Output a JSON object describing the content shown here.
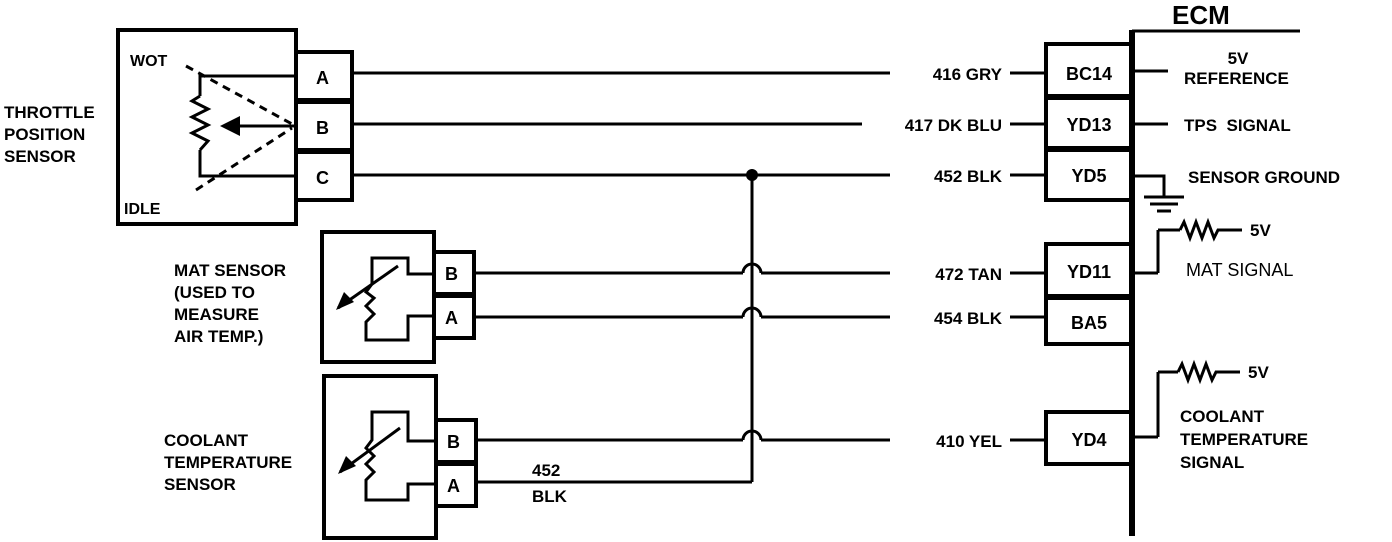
{
  "ecm": {
    "title": "ECM"
  },
  "tps": {
    "label": [
      "THROTTLE",
      "POSITION",
      "SENSOR"
    ],
    "wot_label": "WOT",
    "idle_label": "IDLE",
    "pins": [
      "A",
      "B",
      "C"
    ]
  },
  "mat": {
    "label": [
      "MAT SENSOR",
      "(USED TO",
      "MEASURE",
      "AIR TEMP.)"
    ],
    "pins": [
      "B",
      "A"
    ]
  },
  "coolant": {
    "label": [
      "COOLANT",
      "TEMPERATURE",
      "SENSOR"
    ],
    "pins": [
      "B",
      "A"
    ],
    "ground_wire": [
      "452",
      "BLK"
    ]
  },
  "wires": [
    {
      "label": "416 GRY",
      "pin": "BC14",
      "signal": [
        "5V",
        "REFERENCE"
      ]
    },
    {
      "label": "417 DK BLU",
      "pin": "YD13",
      "signal": [
        "TPS  SIGNAL"
      ]
    },
    {
      "label": "452 BLK",
      "pin": "YD5",
      "signal": [
        "SENSOR GROUND"
      ]
    },
    {
      "label": "472 TAN",
      "pin": "YD11",
      "signal": [
        "MAT SIGNAL"
      ],
      "ref": "5V"
    },
    {
      "label": "454 BLK",
      "pin": "BA5",
      "signal": []
    },
    {
      "label": "410 YEL",
      "pin": "YD4",
      "signal": [
        "COOLANT",
        "TEMPERATURE",
        "SIGNAL"
      ],
      "ref": "5V"
    }
  ]
}
